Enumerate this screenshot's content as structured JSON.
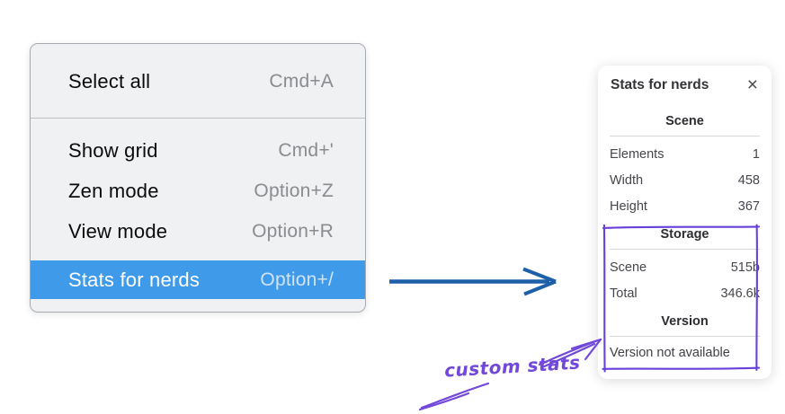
{
  "menu": {
    "items": [
      {
        "label": "Select all",
        "shortcut": "Cmd+A",
        "active": false
      },
      {
        "label": "Show grid",
        "shortcut": "Cmd+'",
        "active": false
      },
      {
        "label": "Zen mode",
        "shortcut": "Option+Z",
        "active": false
      },
      {
        "label": "View mode",
        "shortcut": "Option+R",
        "active": false
      },
      {
        "label": "Stats for nerds",
        "shortcut": "Option+/",
        "active": true
      }
    ]
  },
  "panel": {
    "title": "Stats for nerds",
    "sections": [
      {
        "title": "Scene",
        "rows": [
          {
            "label": "Elements",
            "value": "1"
          },
          {
            "label": "Width",
            "value": "458"
          },
          {
            "label": "Height",
            "value": "367"
          }
        ]
      },
      {
        "title": "Storage",
        "rows": [
          {
            "label": "Scene",
            "value": "515b"
          },
          {
            "label": "Total",
            "value": "346.6k"
          }
        ]
      },
      {
        "title": "Version",
        "note": "Version not available"
      }
    ]
  },
  "annotation": {
    "label": "custom stats"
  },
  "icons": {
    "close": "×"
  },
  "colors": {
    "menu_highlight": "#3f9bea",
    "flow_arrow_blue": "#1d5fa9",
    "annotation_purple": "#7148d8",
    "highlight_box_purple": "#6741d9"
  }
}
